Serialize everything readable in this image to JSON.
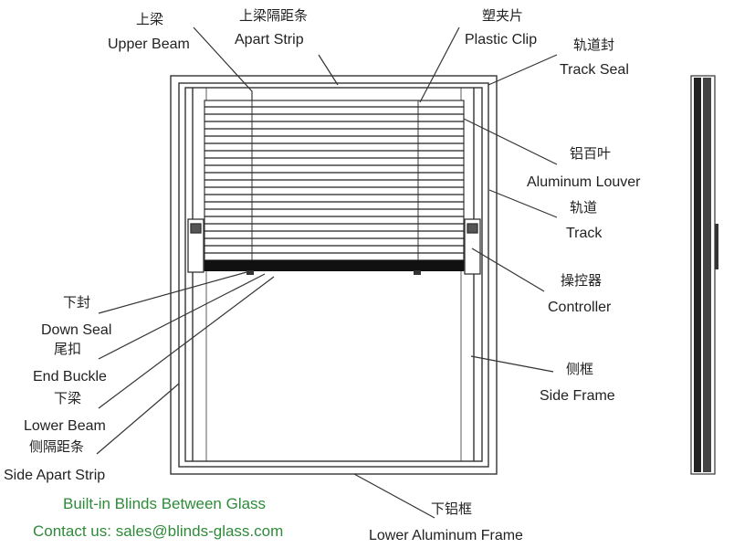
{
  "labels": {
    "upper_beam": {
      "zh": "上梁",
      "en": "Upper Beam"
    },
    "apart_strip": {
      "zh": "上梁隔距条",
      "en": "Apart Strip"
    },
    "plastic_clip": {
      "zh": "塑夹片",
      "en": "Plastic Clip"
    },
    "track_seal": {
      "zh": "轨道封",
      "en": "Track Seal"
    },
    "aluminum_louver": {
      "zh": "铝百叶",
      "en": "Aluminum Louver"
    },
    "track": {
      "zh": "轨道",
      "en": "Track"
    },
    "controller": {
      "zh": "操控器",
      "en": "Controller"
    },
    "side_frame": {
      "zh": "侧框",
      "en": "Side Frame"
    },
    "down_seal": {
      "zh": "下封",
      "en": "Down Seal"
    },
    "end_buckle": {
      "zh": "尾扣",
      "en": "End Buckle"
    },
    "lower_beam": {
      "zh": "下梁",
      "en": "Lower Beam"
    },
    "side_apart_strip": {
      "zh": "侧隔距条",
      "en": "Side Apart Strip"
    },
    "lower_aluminum_frame": {
      "zh": "下铝框",
      "en": "Lower Aluminum Frame"
    }
  },
  "footer": {
    "title": "Built-in Blinds Between Glass",
    "contact": "Contact us:  sales@blinds-glass.com"
  },
  "colors": {
    "line": "#333333",
    "footer_text": "#2e8b3a"
  }
}
